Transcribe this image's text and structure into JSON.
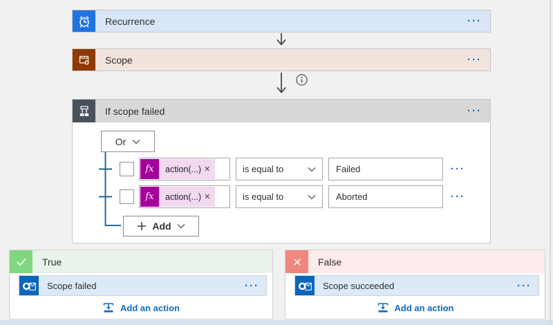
{
  "trigger": {
    "title": "Recurrence"
  },
  "scope": {
    "title": "Scope"
  },
  "condition": {
    "title": "If scope failed",
    "group_operator": "Or",
    "fx_label": "fx",
    "rows": [
      {
        "value": "action(...)",
        "operator": "is equal to",
        "comparand": "Failed"
      },
      {
        "value": "action(...)",
        "operator": "is equal to",
        "comparand": "Aborted"
      }
    ],
    "add_label": "Add"
  },
  "branches": {
    "true_branch": {
      "label": "True",
      "action_title": "Scope failed",
      "add_action_label": "Add an action"
    },
    "false_branch": {
      "label": "False",
      "action_title": "Scope succeeded",
      "add_action_label": "Add an action"
    }
  },
  "ui": {
    "ellipsis": "···",
    "close_glyph": "✕"
  },
  "colors": {
    "accent_blue": "#0f6cbd",
    "trigger_icon_bg": "#2173e2",
    "trigger_card_bg": "#d8e6f8",
    "scope_icon_bg": "#8e3a00",
    "scope_card_bg": "#f1e4dd",
    "condition_icon_bg": "#49515c",
    "condition_header_bg": "#d8d8d8",
    "true_icon_bg": "#81d781",
    "true_header_bg": "#e9f3e9",
    "false_icon_bg": "#f0877e",
    "false_header_bg": "#fdeceb",
    "outlook_icon_bg": "#0a66ba",
    "fx_icon_bg": "#a6009b",
    "fx_token_bg": "#f2d9f0",
    "action_card_bg": "#dce9f7",
    "connector_blue": "#1f6699"
  }
}
